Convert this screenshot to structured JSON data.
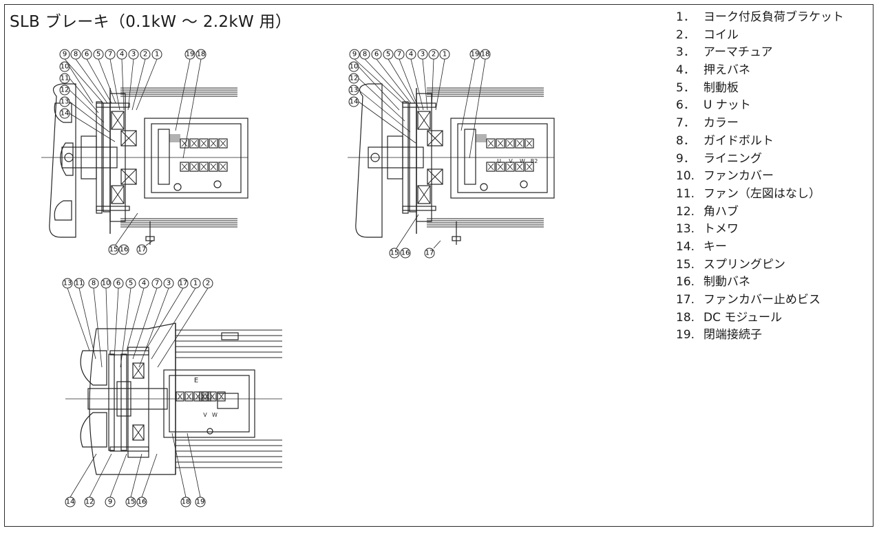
{
  "title": "SLB ブレーキ（0.1kW ～ 2.2kW 用）",
  "parts": [
    {
      "no": "1．",
      "name": "ヨーク付反負荷ブラケット"
    },
    {
      "no": "2．",
      "name": "コイル"
    },
    {
      "no": "3．",
      "name": "アーマチュア"
    },
    {
      "no": "4．",
      "name": "押えバネ"
    },
    {
      "no": "5．",
      "name": "制動板"
    },
    {
      "no": "6．",
      "name": "U ナット"
    },
    {
      "no": "7．",
      "name": "カラー"
    },
    {
      "no": "8．",
      "name": "ガイドボルト"
    },
    {
      "no": "9．",
      "name": "ライニング"
    },
    {
      "no": "10.",
      "name": "ファンカバー"
    },
    {
      "no": "11.",
      "name": "ファン（左図はなし）"
    },
    {
      "no": "12.",
      "name": "角ハブ"
    },
    {
      "no": "13.",
      "name": "トメワ"
    },
    {
      "no": "14.",
      "name": "キー"
    },
    {
      "no": "15.",
      "name": "スプリングピン"
    },
    {
      "no": "16.",
      "name": "制動バネ"
    },
    {
      "no": "17.",
      "name": "ファンカバー止めビス"
    },
    {
      "no": "18.",
      "name": "DC モジュール"
    },
    {
      "no": "19.",
      "name": "閉端接続子"
    }
  ],
  "diagrams": [
    {
      "id": "top-left",
      "top_callouts": [
        "9",
        "8",
        "6",
        "5",
        "7",
        "4",
        "3",
        "2",
        "1"
      ],
      "top_right_callouts": [
        "19",
        "18"
      ],
      "side_callouts": [
        "10",
        "11",
        "12",
        "13",
        "14"
      ],
      "bottom_callouts": [
        "15",
        "16",
        "17"
      ]
    },
    {
      "id": "top-right",
      "top_callouts": [
        "9",
        "8",
        "6",
        "5",
        "7",
        "4",
        "3",
        "2",
        "1"
      ],
      "top_right_callouts": [
        "19",
        "18"
      ],
      "side_callouts": [
        "10",
        "12",
        "13",
        "14"
      ],
      "bottom_callouts": [
        "15",
        "16",
        "17"
      ],
      "terminal_marks": [
        "U",
        "V",
        "W",
        "B2"
      ]
    },
    {
      "id": "bottom",
      "top_callouts": [
        "13",
        "11",
        "8",
        "10",
        "6",
        "5",
        "4",
        "7",
        "3",
        "17",
        "1",
        "2"
      ],
      "bottom_callouts": [
        "14",
        "12",
        "9",
        "15",
        "16",
        "18",
        "19"
      ],
      "terminal_marks": [
        "E",
        "V",
        "W"
      ]
    }
  ]
}
